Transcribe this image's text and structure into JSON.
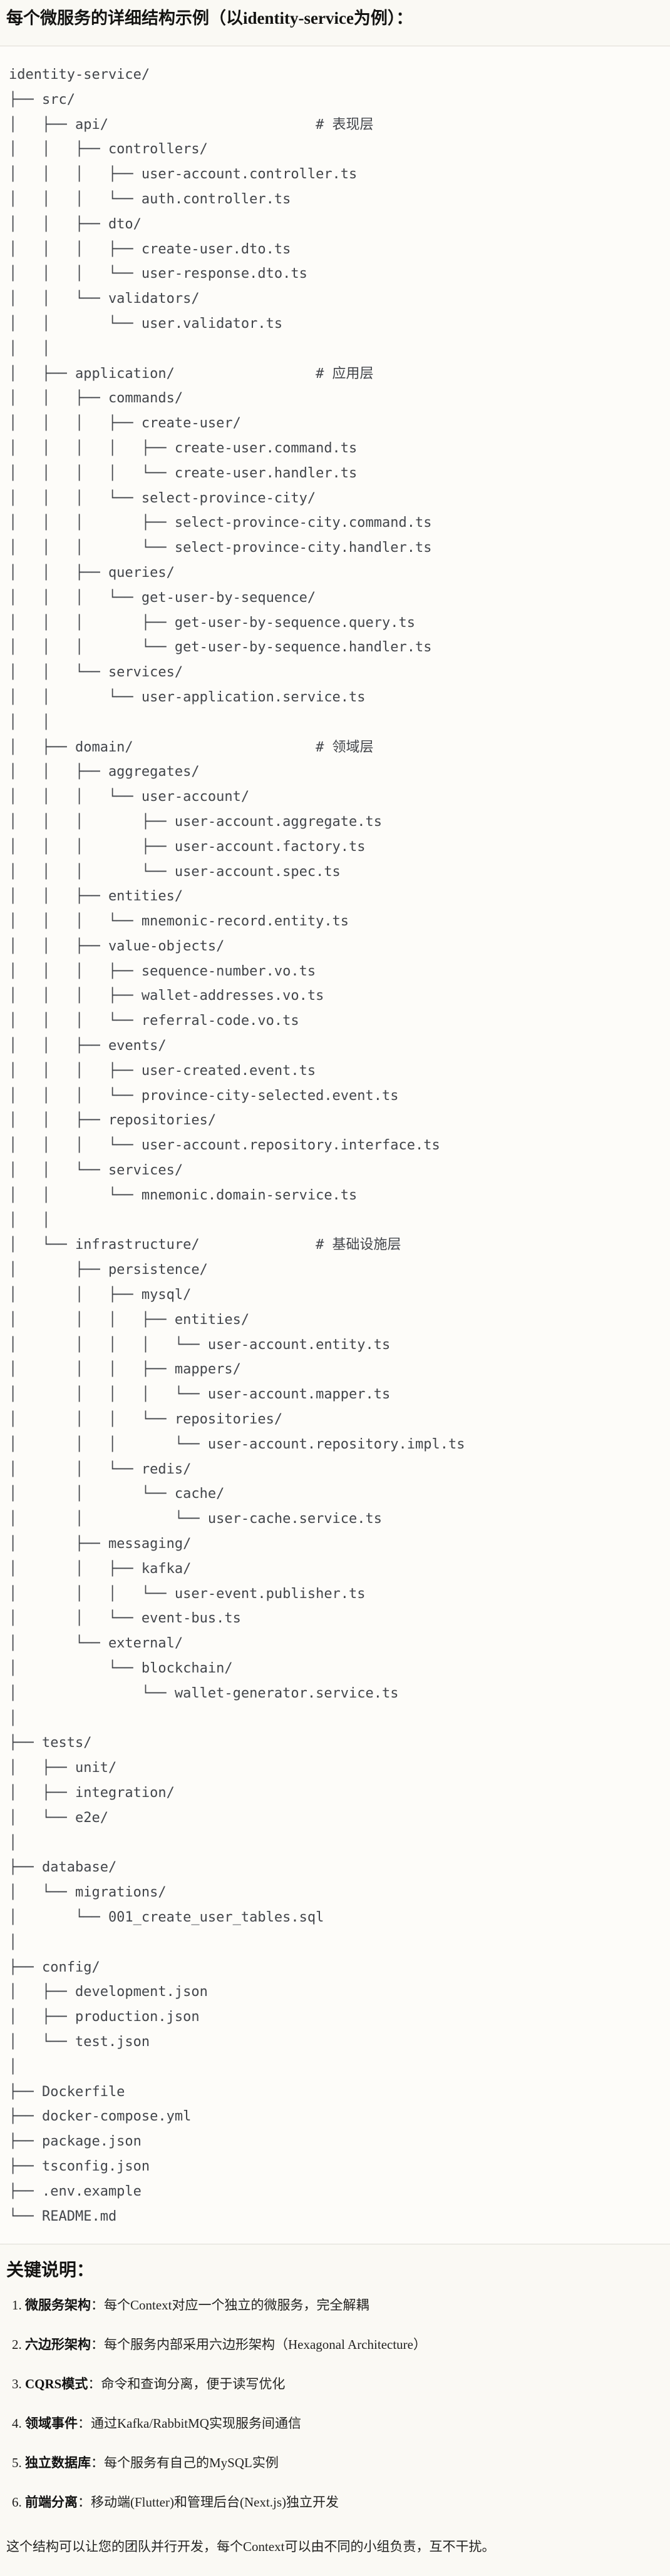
{
  "title": "每个微服务的详细结构示例（以identity-service为例）：",
  "colors": {
    "page_bg": "#faf9f4",
    "code_bg": "#fdfcf9",
    "divider": "#dedbd4",
    "tree_text": "#42454a",
    "text": "#1c1c1a"
  },
  "tree": {
    "lines": [
      "identity-service/",
      "├── src/",
      "│   ├── api/                         # 表现层",
      "│   │   ├── controllers/",
      "│   │   │   ├── user-account.controller.ts",
      "│   │   │   └── auth.controller.ts",
      "│   │   ├── dto/",
      "│   │   │   ├── create-user.dto.ts",
      "│   │   │   └── user-response.dto.ts",
      "│   │   └── validators/",
      "│   │       └── user.validator.ts",
      "│   │",
      "│   ├── application/                 # 应用层",
      "│   │   ├── commands/",
      "│   │   │   ├── create-user/",
      "│   │   │   │   ├── create-user.command.ts",
      "│   │   │   │   └── create-user.handler.ts",
      "│   │   │   └── select-province-city/",
      "│   │   │       ├── select-province-city.command.ts",
      "│   │   │       └── select-province-city.handler.ts",
      "│   │   ├── queries/",
      "│   │   │   └── get-user-by-sequence/",
      "│   │   │       ├── get-user-by-sequence.query.ts",
      "│   │   │       └── get-user-by-sequence.handler.ts",
      "│   │   └── services/",
      "│   │       └── user-application.service.ts",
      "│   │",
      "│   ├── domain/                      # 领域层",
      "│   │   ├── aggregates/",
      "│   │   │   └── user-account/",
      "│   │   │       ├── user-account.aggregate.ts",
      "│   │   │       ├── user-account.factory.ts",
      "│   │   │       └── user-account.spec.ts",
      "│   │   ├── entities/",
      "│   │   │   └── mnemonic-record.entity.ts",
      "│   │   ├── value-objects/",
      "│   │   │   ├── sequence-number.vo.ts",
      "│   │   │   ├── wallet-addresses.vo.ts",
      "│   │   │   └── referral-code.vo.ts",
      "│   │   ├── events/",
      "│   │   │   ├── user-created.event.ts",
      "│   │   │   └── province-city-selected.event.ts",
      "│   │   ├── repositories/",
      "│   │   │   └── user-account.repository.interface.ts",
      "│   │   └── services/",
      "│   │       └── mnemonic.domain-service.ts",
      "│   │",
      "│   └── infrastructure/              # 基础设施层",
      "│       ├── persistence/",
      "│       │   ├── mysql/",
      "│       │   │   ├── entities/",
      "│       │   │   │   └── user-account.entity.ts",
      "│       │   │   ├── mappers/",
      "│       │   │   │   └── user-account.mapper.ts",
      "│       │   │   └── repositories/",
      "│       │   │       └── user-account.repository.impl.ts",
      "│       │   └── redis/",
      "│       │       └── cache/",
      "│       │           └── user-cache.service.ts",
      "│       ├── messaging/",
      "│       │   ├── kafka/",
      "│       │   │   └── user-event.publisher.ts",
      "│       │   └── event-bus.ts",
      "│       └── external/",
      "│           └── blockchain/",
      "│               └── wallet-generator.service.ts",
      "│",
      "├── tests/",
      "│   ├── unit/",
      "│   ├── integration/",
      "│   └── e2e/",
      "│",
      "├── database/",
      "│   └── migrations/",
      "│       └── 001_create_user_tables.sql",
      "│",
      "├── config/",
      "│   ├── development.json",
      "│   ├── production.json",
      "│   └── test.json",
      "│",
      "├── Dockerfile",
      "├── docker-compose.yml",
      "├── package.json",
      "├── tsconfig.json",
      "├── .env.example",
      "└── README.md"
    ]
  },
  "notes": {
    "heading": "关键说明：",
    "items": [
      {
        "label": "微服务架构",
        "text": "：每个Context对应一个独立的微服务，完全解耦"
      },
      {
        "label": "六边形架构",
        "text": "：每个服务内部采用六边形架构（Hexagonal Architecture）"
      },
      {
        "label": "CQRS模式",
        "text": "：命令和查询分离，便于读写优化"
      },
      {
        "label": "领域事件",
        "text": "：通过Kafka/RabbitMQ实现服务间通信"
      },
      {
        "label": "独立数据库",
        "text": "：每个服务有自己的MySQL实例"
      },
      {
        "label": "前端分离",
        "text": "：移动端(Flutter)和管理后台(Next.js)独立开发"
      }
    ],
    "closing": "这个结构可以让您的团队并行开发，每个Context可以由不同的小组负责，互不干扰。"
  }
}
